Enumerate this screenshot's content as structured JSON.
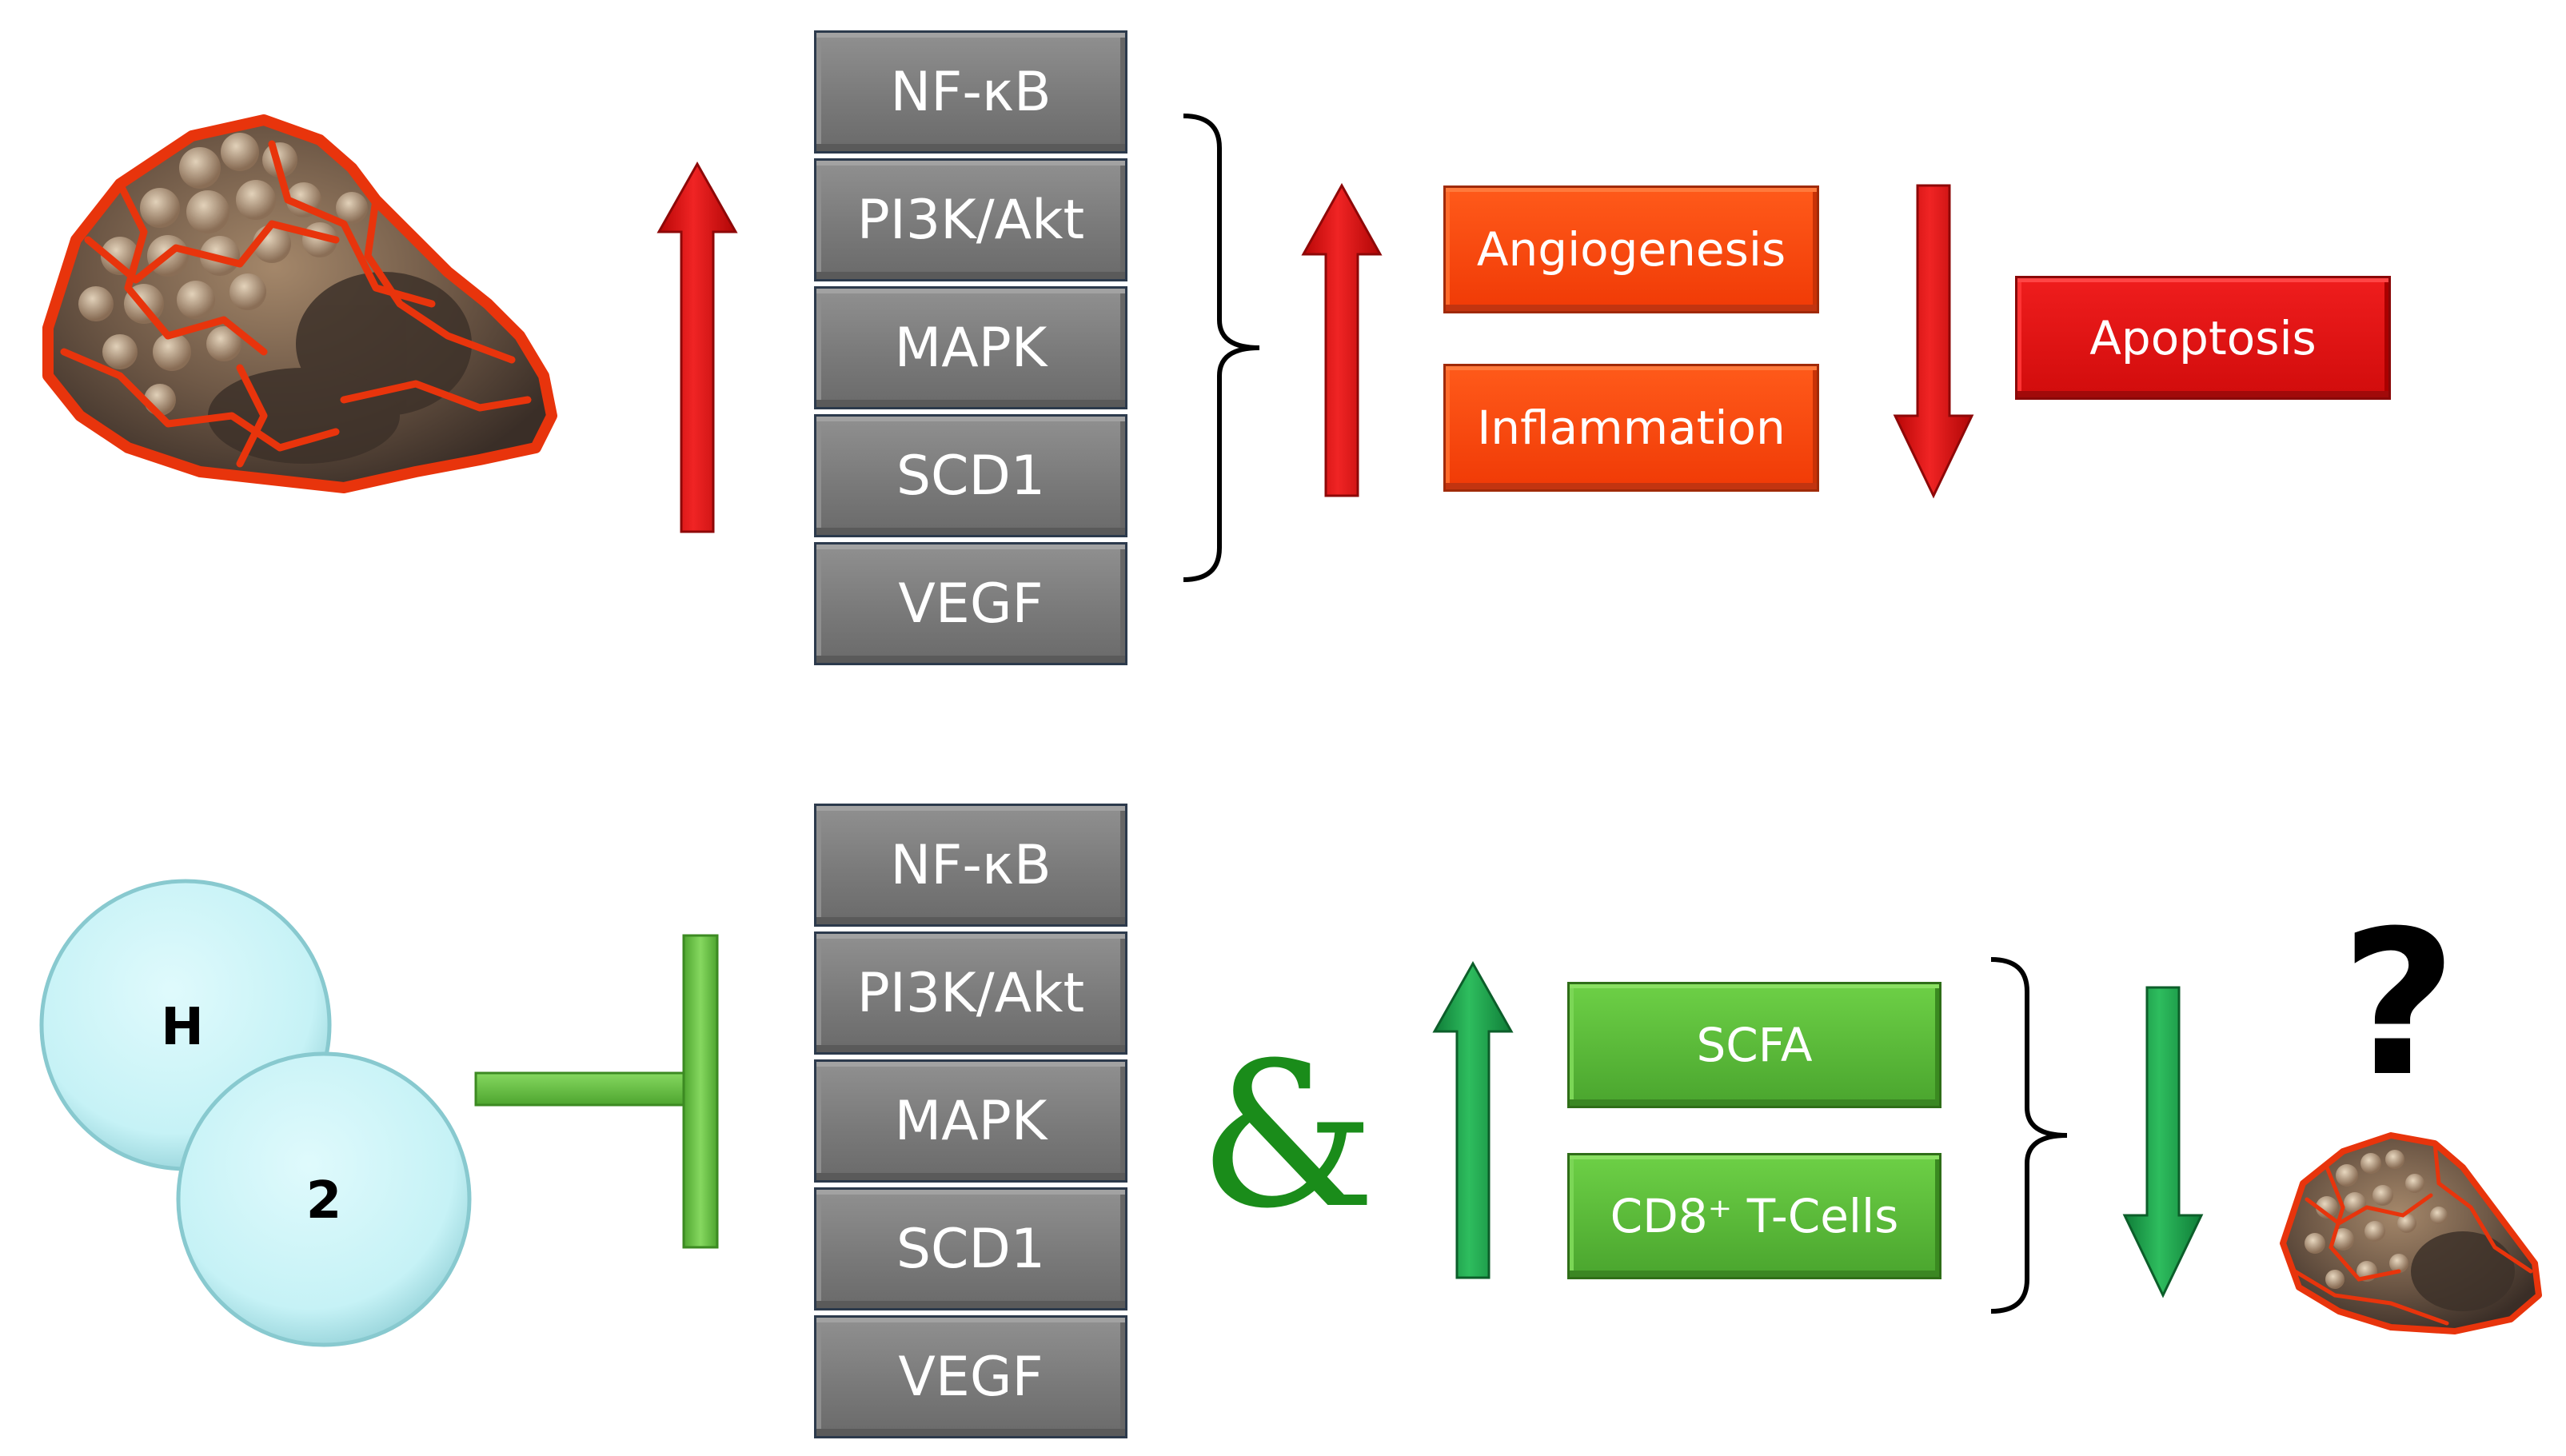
{
  "upper_panel": {
    "pathways": [
      "NF-κB",
      "PI3K/Akt",
      "MAPK",
      "SCD1",
      "VEGF"
    ],
    "increased_processes": [
      "Angiogenesis",
      "Inflammation"
    ],
    "decreased_processes": [
      "Apoptosis"
    ]
  },
  "lower_panel": {
    "molecule_letters": [
      "H",
      "2"
    ],
    "pathways": [
      "NF-κB",
      "PI3K/Akt",
      "MAPK",
      "SCD1",
      "VEGF"
    ],
    "conjunction": "&",
    "increased_factors": [
      "SCFA",
      "CD8⁺ T-Cells"
    ],
    "outcome_mark": "?"
  },
  "colors": {
    "increase_arrow_top": "#e30e0e",
    "decrease_arrow_top": "#e30e0e",
    "inhibition_bar": "#72c94e",
    "increase_arrow_bottom": "#1a9e4a",
    "decrease_arrow_bottom": "#1a9e4a",
    "pathway_box": "#7f7f7f",
    "h2_sphere": "#c9f4f7",
    "tumor_vessels": "#e8340c"
  },
  "icons": {
    "tumor_large": "tumor-icon",
    "tumor_small": "tumor-small-icon",
    "h2_molecule": "h2-molecule-icon"
  }
}
